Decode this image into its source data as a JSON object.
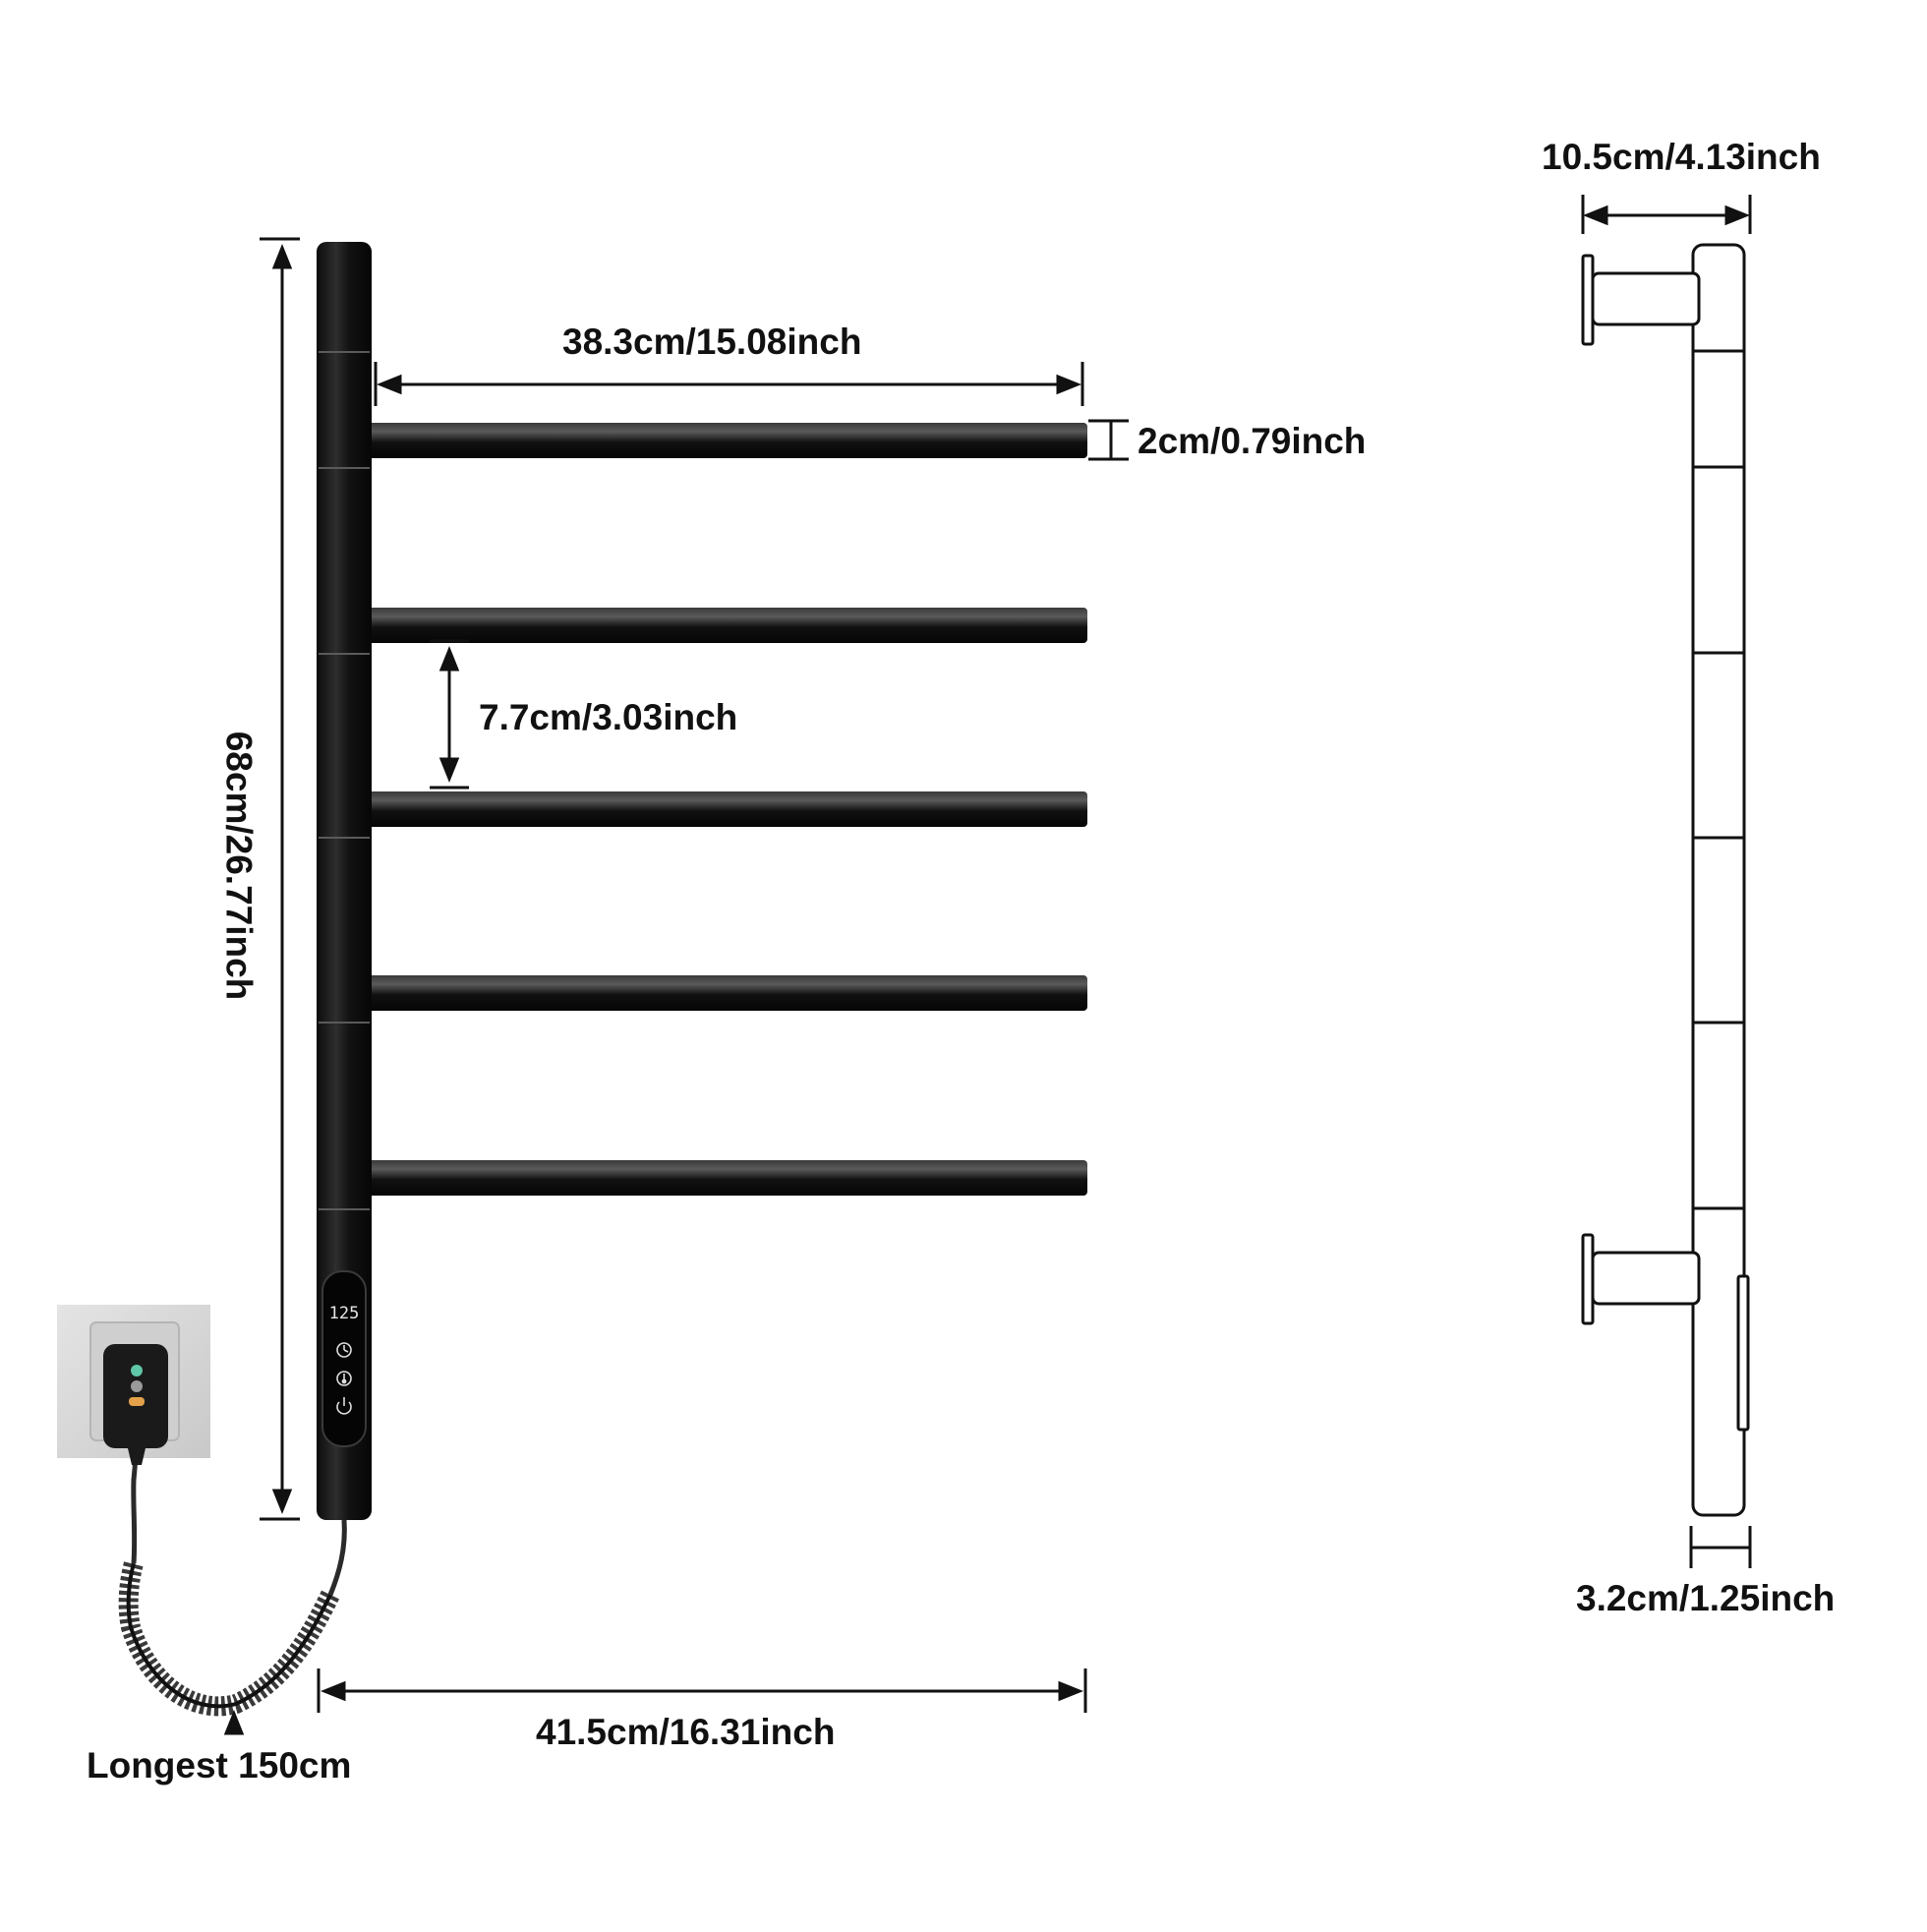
{
  "colors": {
    "rack": "#141414",
    "rack_highlight": "#4a4a4a",
    "line": "#111111",
    "background": "#ffffff",
    "wall": "#d7d7d7"
  },
  "dimensions": {
    "bar_length": "38.3cm/15.08inch",
    "bar_diameter": "2cm/0.79inch",
    "bar_spacing": "7.7cm/3.03inch",
    "total_height": "68cm/26.77inch",
    "total_width": "41.5cm/16.31inch",
    "cable_length": "Longest 150cm",
    "wall_depth": "10.5cm/4.13inch",
    "post_width": "3.2cm/1.25inch"
  },
  "control_panel": {
    "display": "125",
    "icons": [
      "timer-icon",
      "temperature-icon",
      "power-icon"
    ]
  },
  "bar_count": 5
}
